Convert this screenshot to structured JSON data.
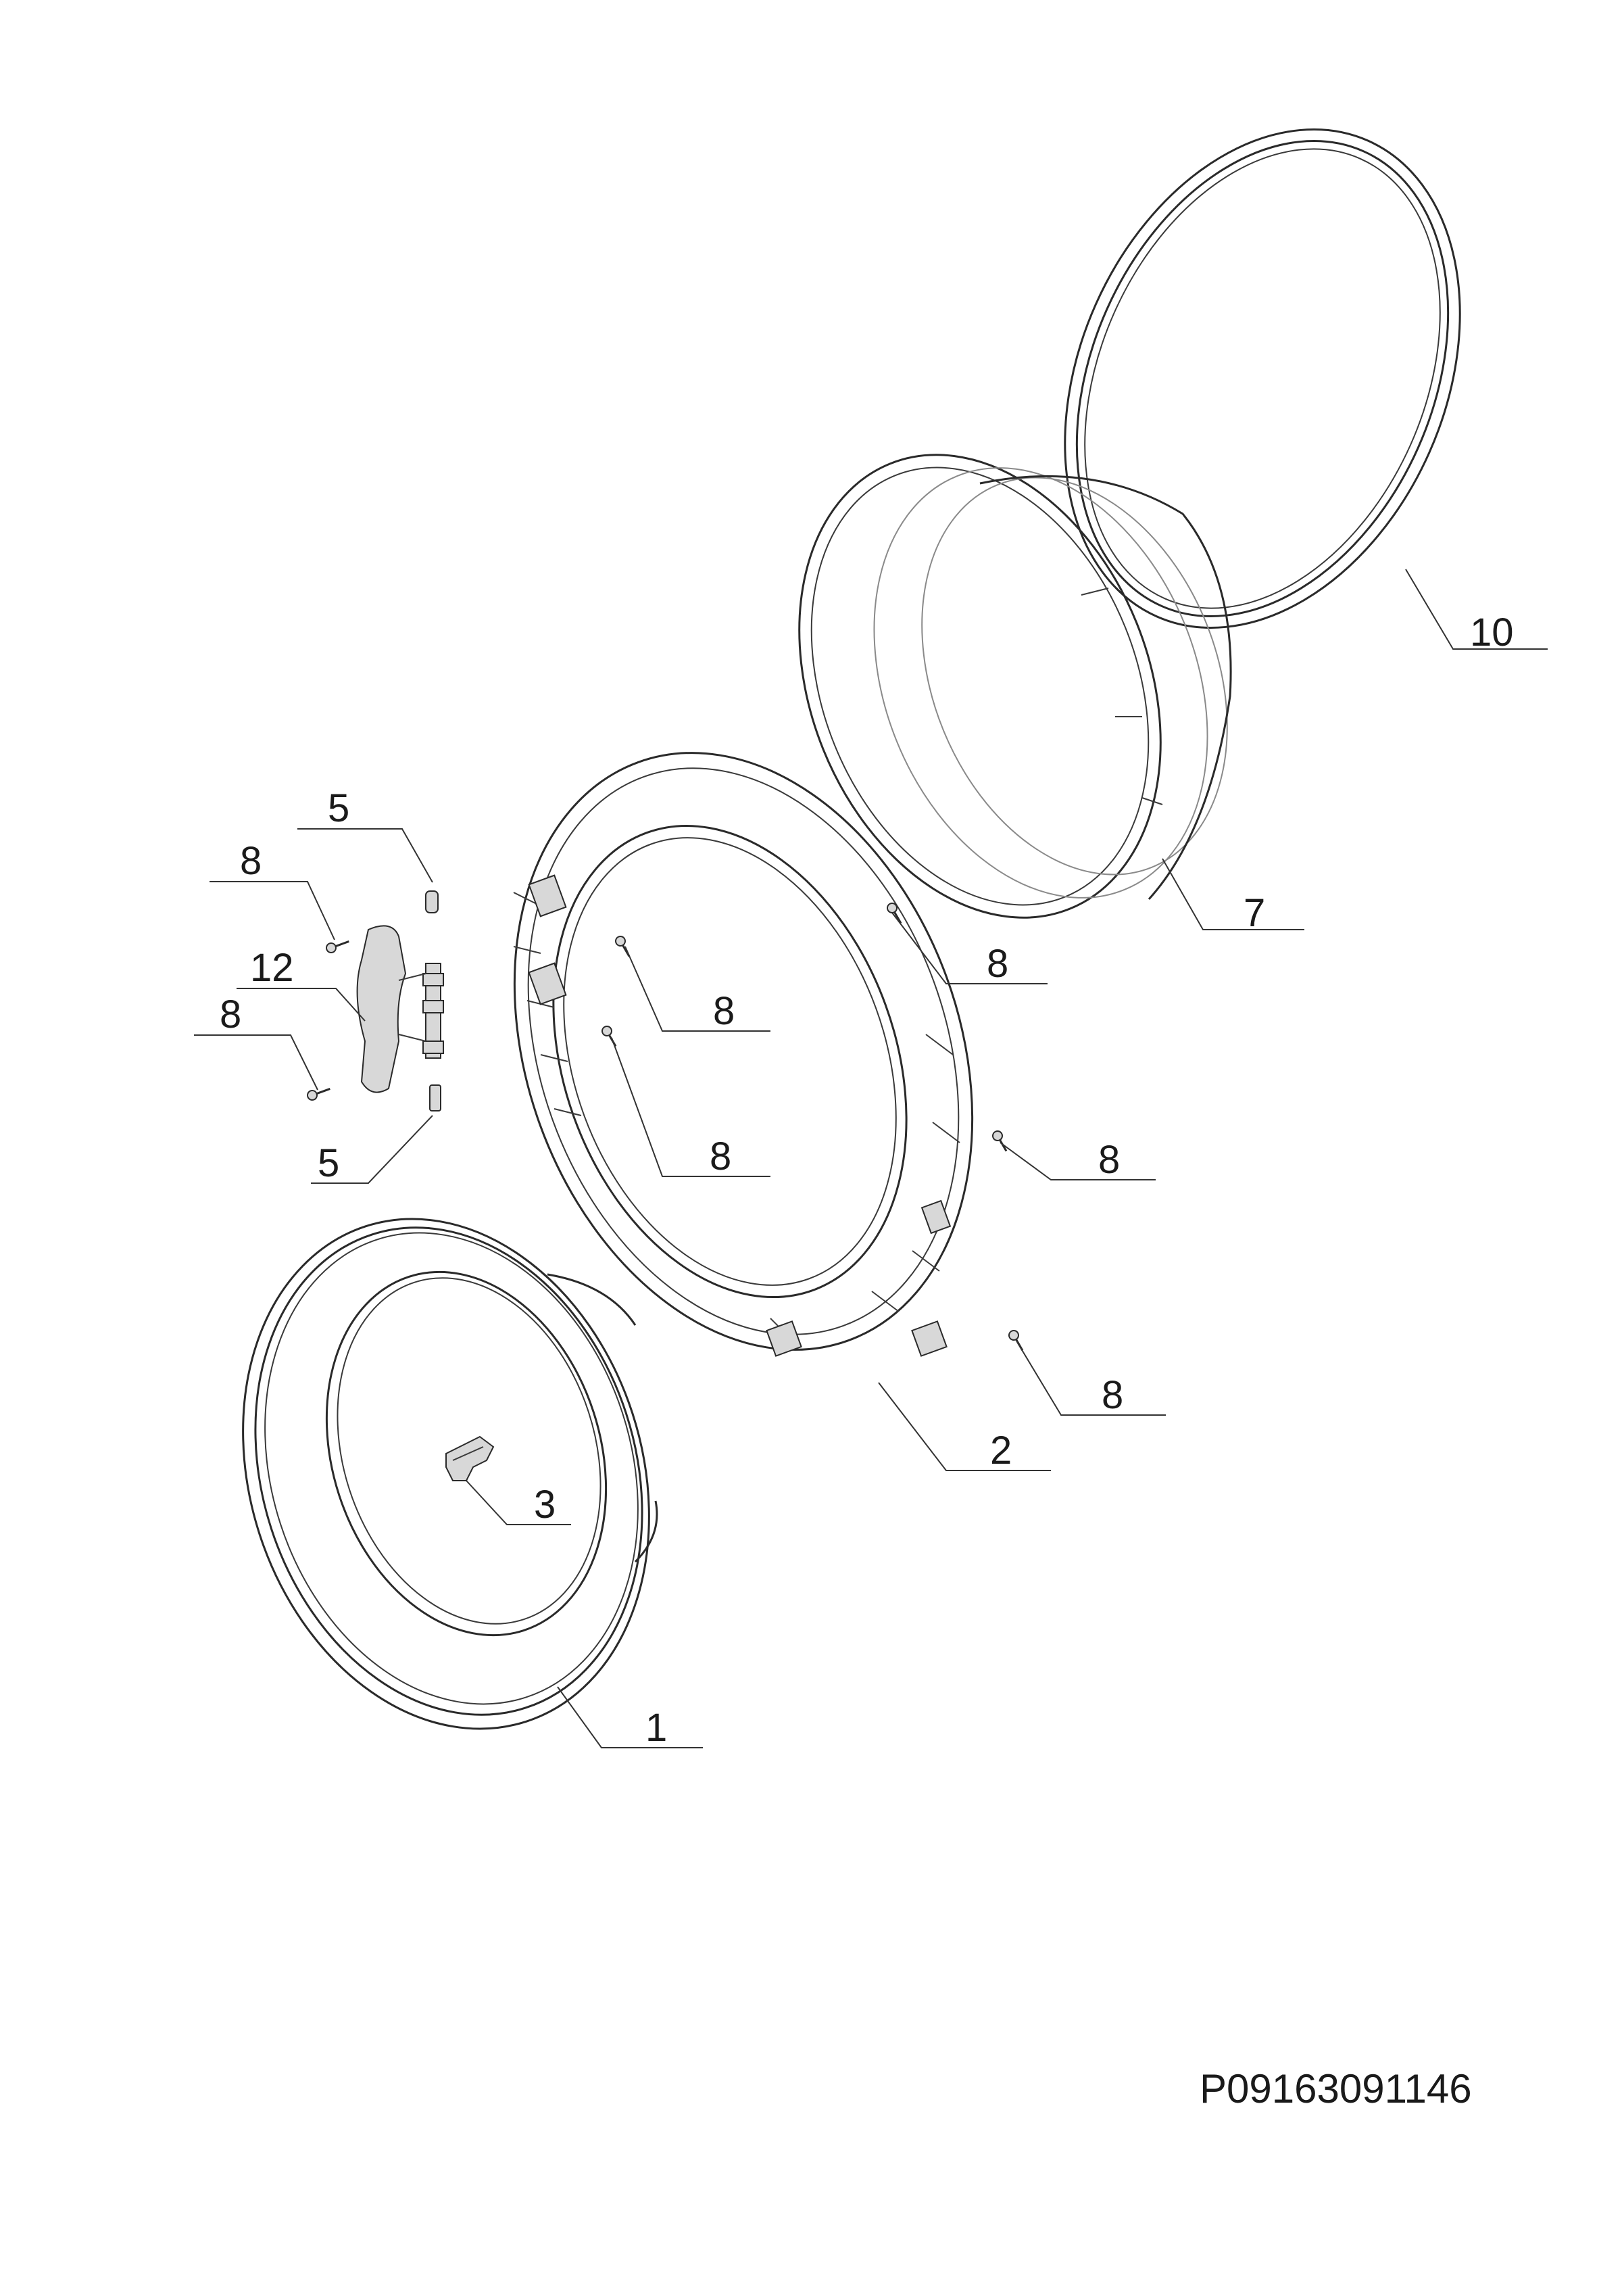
{
  "callouts": [
    {
      "id": "c10",
      "label": "10"
    },
    {
      "id": "c7",
      "label": "7"
    },
    {
      "id": "c5a",
      "label": "5"
    },
    {
      "id": "c8a",
      "label": "8"
    },
    {
      "id": "c12",
      "label": "12"
    },
    {
      "id": "c8b",
      "label": "8"
    },
    {
      "id": "c5b",
      "label": "5"
    },
    {
      "id": "c8c",
      "label": "8"
    },
    {
      "id": "c8d",
      "label": "8"
    },
    {
      "id": "c8e",
      "label": "8"
    },
    {
      "id": "c8f",
      "label": "8"
    },
    {
      "id": "c8g",
      "label": "8"
    },
    {
      "id": "c2",
      "label": "2"
    },
    {
      "id": "c3",
      "label": "3"
    },
    {
      "id": "c1",
      "label": "1"
    }
  ],
  "document_code": "P09163091146",
  "colors": {
    "line": "#2a2a2a",
    "background": "#ffffff"
  }
}
